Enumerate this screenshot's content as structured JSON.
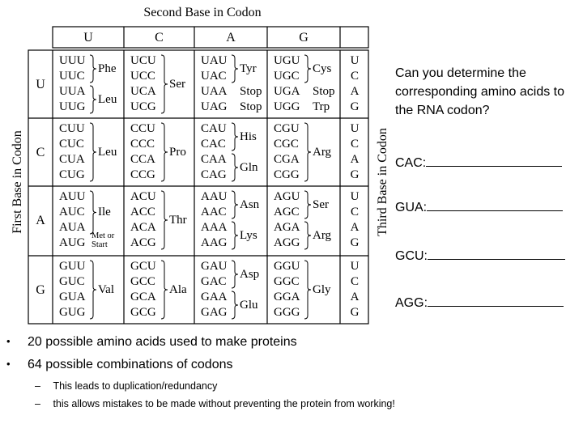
{
  "chart": {
    "title": "Second Base in Codon",
    "first_base_label": "First Base in Codon",
    "third_base_label": "Third Base in Codon",
    "second_bases": [
      "U",
      "C",
      "A",
      "G"
    ],
    "first_bases": [
      "U",
      "C",
      "A",
      "G"
    ],
    "third_bases": [
      "U",
      "C",
      "A",
      "G"
    ],
    "rows": [
      {
        "blocks": [
          {
            "codons": [
              "UUU",
              "UUC",
              "UUA",
              "UUG"
            ],
            "aa": [
              "Phe",
              "Leu"
            ]
          },
          {
            "codons": [
              "UCU",
              "UCC",
              "UCA",
              "UCG"
            ],
            "aa": [
              "Ser"
            ]
          },
          {
            "codons": [
              "UAU",
              "UAC",
              "UAA",
              "UAG"
            ],
            "aa": [
              "Tyr",
              "Stop",
              "Stop"
            ]
          },
          {
            "codons": [
              "UGU",
              "UGC",
              "UGA",
              "UGG"
            ],
            "aa": [
              "Cys",
              "Stop",
              "Trp"
            ]
          }
        ]
      },
      {
        "blocks": [
          {
            "codons": [
              "CUU",
              "CUC",
              "CUA",
              "CUG"
            ],
            "aa": [
              "Leu"
            ]
          },
          {
            "codons": [
              "CCU",
              "CCC",
              "CCA",
              "CCG"
            ],
            "aa": [
              "Pro"
            ]
          },
          {
            "codons": [
              "CAU",
              "CAC",
              "CAA",
              "CAG"
            ],
            "aa": [
              "His",
              "Gln"
            ]
          },
          {
            "codons": [
              "CGU",
              "CGC",
              "CGA",
              "CGG"
            ],
            "aa": [
              "Arg"
            ]
          }
        ]
      },
      {
        "blocks": [
          {
            "codons": [
              "AUU",
              "AUC",
              "AUA",
              "AUG"
            ],
            "aa": [
              "Ile",
              "Met or",
              "Start"
            ]
          },
          {
            "codons": [
              "ACU",
              "ACC",
              "ACA",
              "ACG"
            ],
            "aa": [
              "Thr"
            ]
          },
          {
            "codons": [
              "AAU",
              "AAC",
              "AAA",
              "AAG"
            ],
            "aa": [
              "Asn",
              "Lys"
            ]
          },
          {
            "codons": [
              "AGU",
              "AGC",
              "AGA",
              "AGG"
            ],
            "aa": [
              "Ser",
              "Arg"
            ]
          }
        ]
      },
      {
        "blocks": [
          {
            "codons": [
              "GUU",
              "GUC",
              "GUA",
              "GUG"
            ],
            "aa": [
              "Val"
            ]
          },
          {
            "codons": [
              "GCU",
              "GCC",
              "GCA",
              "GCG"
            ],
            "aa": [
              "Ala"
            ]
          },
          {
            "codons": [
              "GAU",
              "GAC",
              "GAA",
              "GAG"
            ],
            "aa": [
              "Asp",
              "Glu"
            ]
          },
          {
            "codons": [
              "GGU",
              "GGC",
              "GGA",
              "GGG"
            ],
            "aa": [
              "Gly"
            ]
          }
        ]
      }
    ]
  },
  "question": "Can you determine the corresponding amino acids to the RNA codon?",
  "prompts": [
    "CAC:",
    "GUA:",
    "GCU:",
    "AGG:"
  ],
  "bullets": [
    "20 possible amino acids used to make proteins",
    "64 possible combinations of codons"
  ],
  "sub_bullets": [
    "This leads to duplication/redundancy",
    "this allows mistakes to be made without preventing the protein from working!"
  ],
  "bullet_marker": "•",
  "sub_marker": "–"
}
